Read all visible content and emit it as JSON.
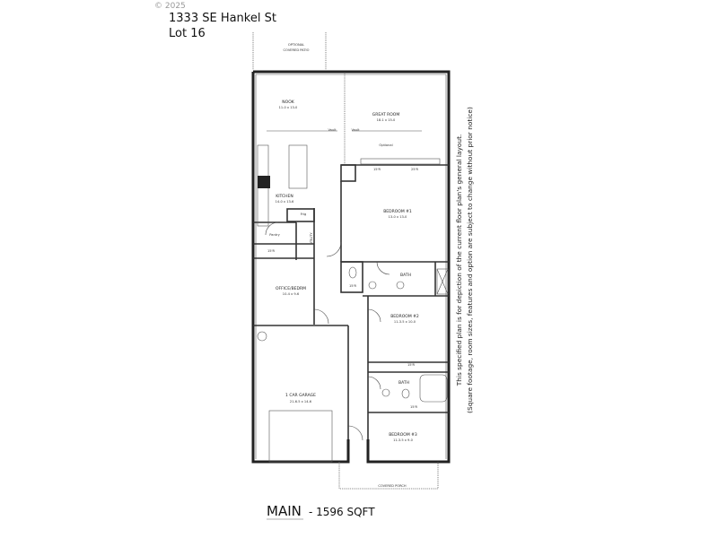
{
  "header": {
    "copyright": "© 2025",
    "address": "1333 SE Hankel St",
    "lot": "Lot 16"
  },
  "rooms": {
    "patio": {
      "line1": "OPTIONAL",
      "line2": "COVERED PATIO"
    },
    "nook": {
      "name": "NOOK",
      "size": "11-0 x 13-0"
    },
    "great_room": {
      "name": "GREAT ROOM",
      "size": "18-1 x 15-0"
    },
    "vault_left": "Vault",
    "vault_right": "Vault",
    "optional": "Optional",
    "kitchen": {
      "name": "KITCHEN",
      "size": "14-0 x 13-6"
    },
    "pantry": "Pantry",
    "frig": "Frig",
    "utility": "UTILITY",
    "bedroom1": {
      "name": "BEDROOM #1",
      "size": "13-0 x 13-0"
    },
    "bath1": "BATH",
    "office": {
      "name": "OFFICE/BEDRM",
      "size": "10-4 x 9-6"
    },
    "bedroom2": {
      "name": "BEDROOM #2",
      "size": "11-3.5 x 10-0"
    },
    "bath2": "BATH",
    "garage": {
      "name": "1 CAR GARAGE",
      "size": "21-6.5 x 14-6"
    },
    "bedroom3": {
      "name": "BEDROOM #3",
      "size": "11-3.5 x 9-0"
    },
    "porch": "COVERED PORCH"
  },
  "shelves": [
    "15'R",
    "25'R",
    "15'R",
    "15'R",
    "15'R",
    "15'R"
  ],
  "footer": {
    "level": "MAIN",
    "area": " - 1596 SQFT"
  },
  "disclaimer": {
    "line1": "This specified plan is for depiction of the current floor plan's general layout.",
    "line2": "(Square footage, room sizes, features and option are subject to change without prior notice)"
  }
}
